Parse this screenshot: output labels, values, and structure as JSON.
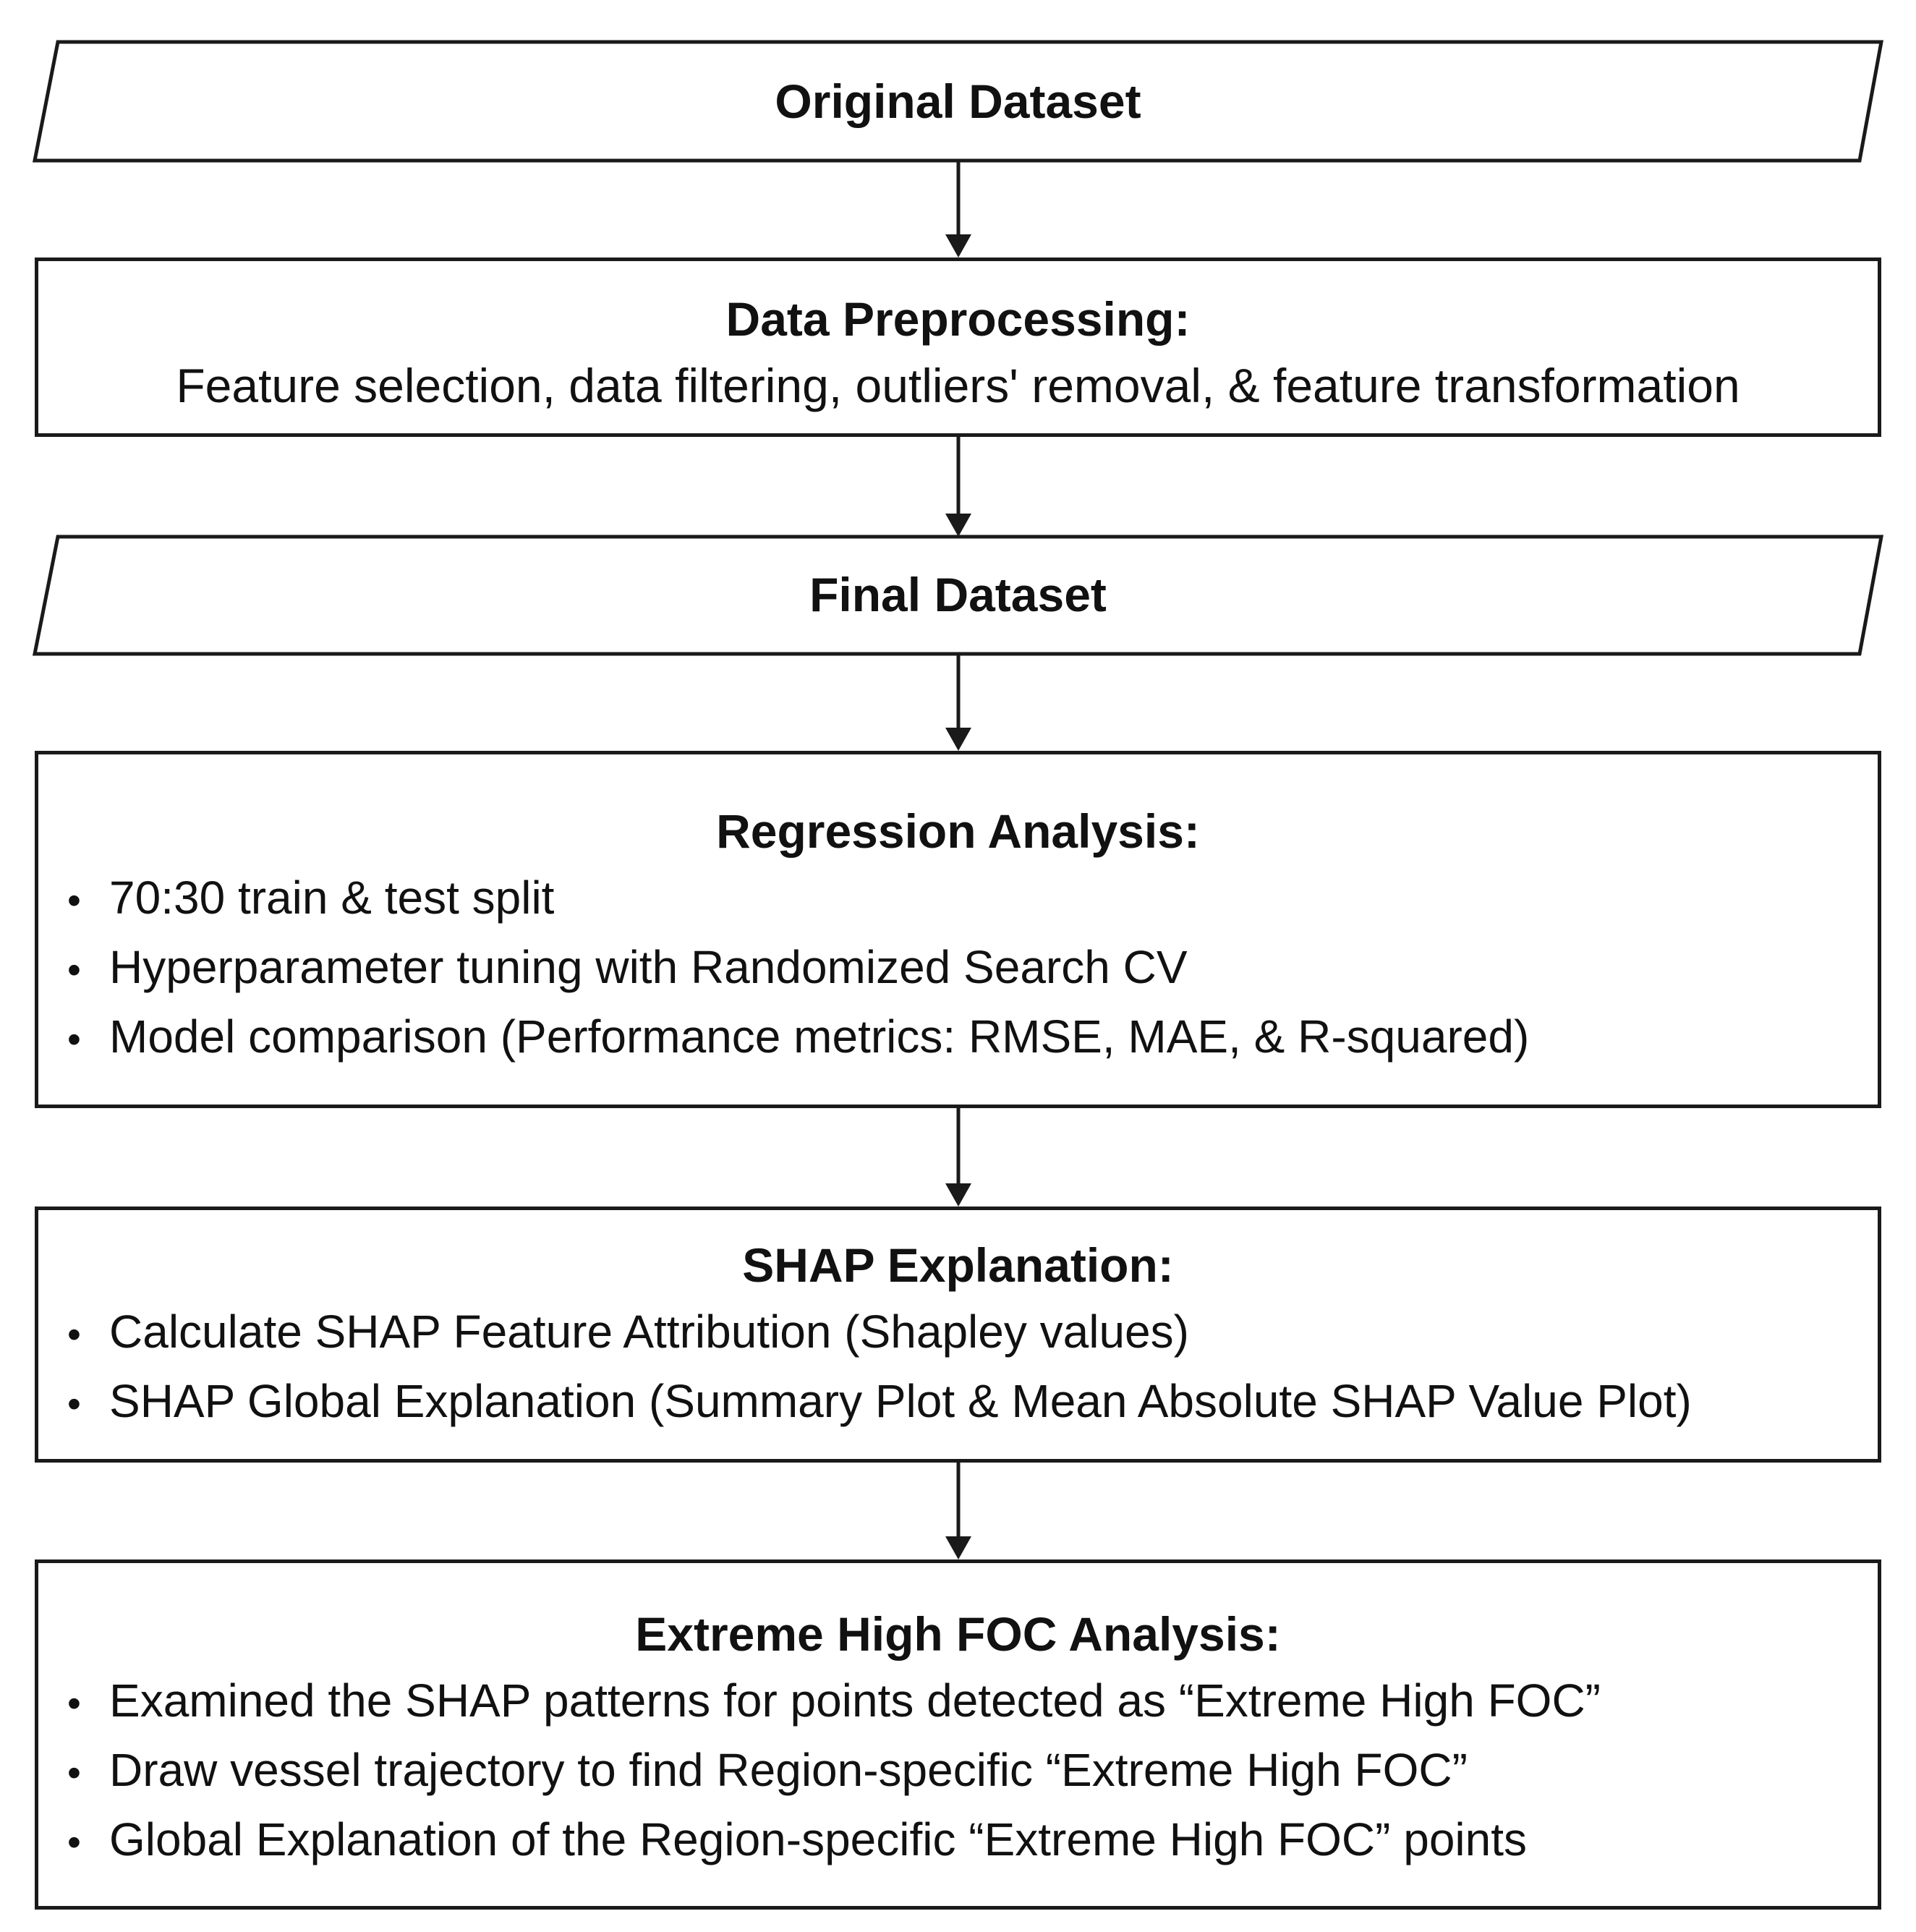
{
  "diagram": {
    "original_dataset": {
      "label": "Original Dataset"
    },
    "preprocessing": {
      "title": "Data Preprocessing:",
      "subtitle": "Feature selection, data filtering, outliers' removal, & feature transformation"
    },
    "final_dataset": {
      "label": "Final Dataset"
    },
    "regression": {
      "title": "Regression Analysis:",
      "bullets": [
        "70:30 train & test split",
        "Hyperparameter tuning with Randomized Search CV",
        "Model comparison (Performance metrics: RMSE, MAE, & R-squared)"
      ]
    },
    "shap": {
      "title": "SHAP Explanation:",
      "bullets": [
        "Calculate SHAP Feature Attribution (Shapley values)",
        "SHAP Global Explanation (Summary Plot & Mean Absolute SHAP Value Plot)"
      ]
    },
    "extreme": {
      "title": "Extreme High FOC Analysis:",
      "bullets": [
        "Examined the SHAP patterns for points detected as “Extreme High FOC”",
        "Draw vessel trajectory to find Region-specific “Extreme High FOC”",
        "Global Explanation of the Region-specific “Extreme High FOC” points"
      ]
    },
    "bullet_symbol": "•"
  }
}
